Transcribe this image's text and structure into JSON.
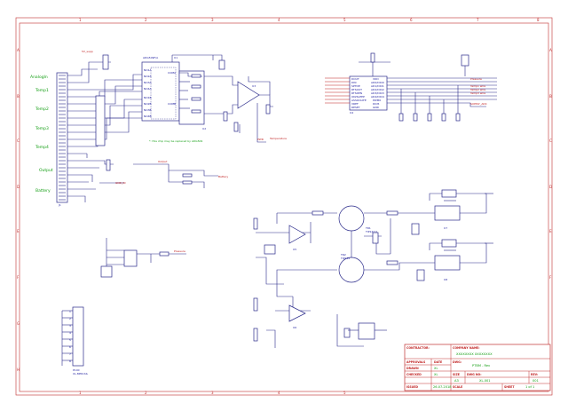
{
  "grid": {
    "columns": [
      "1",
      "2",
      "3",
      "4",
      "5",
      "6",
      "7",
      "8"
    ],
    "rows": [
      "A",
      "B",
      "C",
      "D",
      "E",
      "F",
      "G",
      "H"
    ]
  },
  "net_labels": {
    "left_connector": [
      "AnalogIn",
      "Temp1",
      "Temp2",
      "Temp3",
      "Temp4",
      "Output",
      "Battery"
    ],
    "j1": "J1"
  },
  "chips": {
    "mux_title": "ADG509F/A",
    "mux_ref": "U1",
    "mux_pins_left": [
      "NO1A",
      "NO2A",
      "NO3A",
      "NO4A",
      "NO1B",
      "NO2B",
      "NO3B",
      "NO4B"
    ],
    "mux_pins_right": [
      "COMA",
      "",
      "COMB",
      "",
      "",
      "",
      "",
      ""
    ],
    "u2": "U2",
    "u3": "U3",
    "u4": "U4",
    "u5": "U5",
    "u6": "U6",
    "u7": "U7",
    "u8": "U8",
    "mux_note": "*: this chip may be replaced by ADG509",
    "right_ic_pins_left": [
      "DOUT",
      "DIN",
      "SPTDE",
      "RTSOUT",
      "RTSDEN",
      "ON/SLEEP",
      "ASSOCIATE",
      "VREF",
      "RESET"
    ],
    "right_ic_pins_right": [
      "VDD",
      "AD0/DIO0",
      "AD1/DIO1",
      "AD2/DIO2",
      "AD3/DIO3",
      "AD4/DIO4",
      "PWM0",
      "DIO5",
      "GND"
    ]
  },
  "transistors": {
    "q1": "TR1",
    "q1_part": "TIP147",
    "q2": "TR2",
    "q2_part": "TIP142"
  },
  "connectors": {
    "bottom_header": "P100",
    "bottom_header_part": "XL-8PIN-SIL",
    "pins": [
      "1",
      "2",
      "3",
      "4",
      "5",
      "6",
      "7",
      "8"
    ]
  },
  "title_block": {
    "contractor_label": "CONTRACTOR:",
    "company_label": "COMPANY NAME:",
    "company_value": "XXXXXXXX XXXXXXXX",
    "approvals_label": "APPROVALS",
    "date_label": "DATE",
    "drawn_label": "DRAWN",
    "drawn_value": "XL",
    "checked_label": "CHECKED",
    "checked_value": "XL",
    "issued_label": "ISSUED",
    "issued_date": "26.07.2018",
    "dwg_label": "DWG:",
    "dwg_value": "PTBM - Rev",
    "size_label": "SIZE",
    "size_value": "A3",
    "dwg_no_label": "DWG NO:",
    "dwg_no_value": "XL-001",
    "rev_label": "REV:",
    "rev_value": "001",
    "scale_label": "SCALE",
    "sheet_label": "SHEET",
    "sheet_value": "1 of 1"
  }
}
